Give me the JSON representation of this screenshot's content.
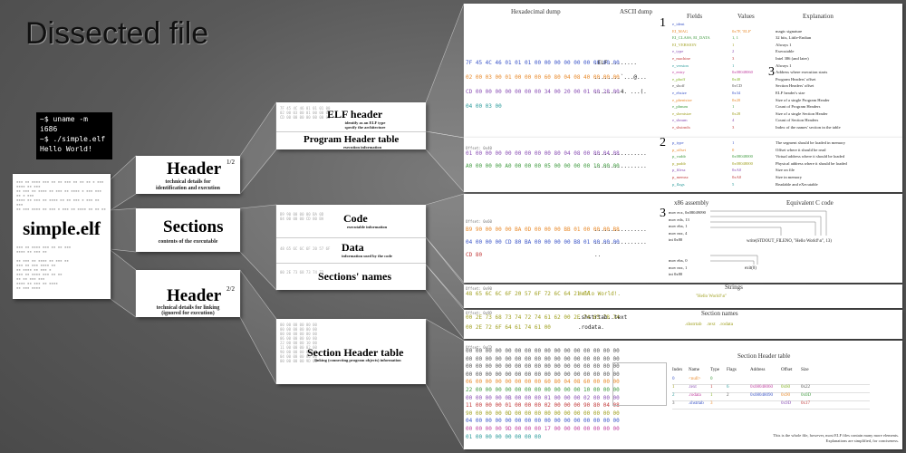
{
  "title": "Dissected file",
  "terminal": {
    "lines": [
      "~$ uname -m",
      "i686",
      "~$ ./simple.elf",
      "Hello World!"
    ]
  },
  "file_card": {
    "name": "simple.elf"
  },
  "sections": {
    "header1": {
      "title": "Header",
      "sup": "1/2",
      "sub1": "technical details for",
      "sub2": "identification and execution"
    },
    "sections": {
      "title": "Sections",
      "sub1": "contents of the executable"
    },
    "header2": {
      "title": "Header",
      "sup": "2/2",
      "sub1": "technical details for linking",
      "sub2": "(ignored for execution)"
    }
  },
  "mid": {
    "elf_header": {
      "title": "ELF header",
      "sub1": "identify as an ELF type",
      "sub2": "specify the architecture"
    },
    "pht": {
      "title": "Program Header table",
      "sub1": "execution information"
    },
    "code": {
      "title": "Code",
      "sub1": "executable information"
    },
    "data": {
      "title": "Data",
      "sub1": "information used by the code"
    },
    "names": {
      "title": "Sections' names"
    },
    "sht": {
      "title": "Section Header table",
      "sub1": "linking (connecting program objects) information"
    }
  },
  "panel1": {
    "hexdump_label": "Hexadecimal dump",
    "ascii_label": "ASCII dump",
    "fields_label": "Fields",
    "values_label": "Values",
    "explanation_label": "Explanation",
    "hex_rows": [
      {
        "hex": "7F 45 4C 46 01 01 01 00 00 00 00 00 00 00 00 00",
        "ascii": ".ELF.........",
        "cls": "c-blue"
      },
      {
        "hex": "02 00 03 00 01 00 00 00 60 80 04 08 40 00 00 00",
        "ascii": "........`...@...",
        "cls": "c-orange"
      },
      {
        "hex": "CD 00 00 00 00 00 00 00 34 00 20 00 01 00 28 00",
        "ascii": "........4. ...(.",
        "cls": "c-purple"
      },
      {
        "hex": "04 00 03 00",
        "ascii": "",
        "cls": "c-teal"
      }
    ],
    "fields": [
      "e_ident",
      "EI_MAG",
      "EI_CLASS, EI_DATA",
      "EI_VERSION",
      "e_type",
      "e_machine",
      "e_version",
      "e_entry",
      "e_phoff",
      "e_shoff",
      "e_ehsize",
      "e_phentsize",
      "e_phnum",
      "e_shentsize",
      "e_shnum",
      "e_shstrndx"
    ],
    "values": [
      "",
      "0x7F, 'ELF'",
      "1, 1",
      "1",
      "2",
      "3",
      "1",
      "0x08048060",
      "0x40",
      "0xCD",
      "0x34",
      "0x20",
      "1",
      "0x28",
      "4",
      "3"
    ],
    "explanations": [
      "",
      "magic signature",
      "32 bits, Little-Endian",
      "Always 1",
      "Executable",
      "Intel 386 (and later)",
      "Always 1",
      "Address where execution starts",
      "Program Headers' offset",
      "Section Headers' offset",
      "ELF header's size",
      "Size of a single Program Header",
      "Count of Program Headers",
      "Size of a single Section Header",
      "Count of Section Headers",
      "Index of the names' section in the table"
    ],
    "mark1": "1",
    "mark3": "3"
  },
  "panel2": {
    "offset_label": "Offset: 0x40",
    "hex_rows": [
      {
        "hex": "01 00 00 00 00 00 00 00 00 80 04 08 00 80 04 08",
        "ascii": "................",
        "cls": "c-purple"
      },
      {
        "hex": "A0 00 00 00 A0 00 00 00 05 00 00 00 00 10 00 00",
        "ascii": "................",
        "cls": "c-green"
      }
    ],
    "fields": [
      "p_type",
      "p_offset",
      "p_vaddr",
      "p_paddr",
      "p_filesz",
      "p_memsz",
      "p_flags"
    ],
    "values": [
      "1",
      "0",
      "0x08048000",
      "0x08048000",
      "0xA0",
      "0xA0",
      "5"
    ],
    "explanations": [
      "The segment should be loaded in memory",
      "Offset where it should be read",
      "Virtual address where it should be loaded",
      "Physical address where it should be loaded",
      "Size on file",
      "Size in memory",
      "Readable and eXecutable"
    ],
    "mark": "2"
  },
  "panel3": {
    "offset_label": "Offset: 0x60",
    "x86_label": "x86 assembly",
    "c_label": "Equivalent C code",
    "hex_rows": [
      {
        "hex": "B9 90 00 00 00 BA 0D 00 00 00 BB 01 00 00 00 B8",
        "ascii": "................",
        "cls": "c-orange"
      },
      {
        "hex": "04 00 00 00 CD 80 BA 00 00 00 00 B8 01 00 00 00",
        "ascii": "................",
        "cls": "c-blue"
      },
      {
        "hex": "CD 80",
        "ascii": "..",
        "cls": "c-red"
      }
    ],
    "asm": [
      "mov ecx, 0x08049090",
      "mov edx, 13",
      "mov ebx, 1",
      "mov eax, 4",
      "int 0x80",
      "",
      "",
      "mov ebx, 0",
      "mov eax, 1",
      "int 0x80"
    ],
    "c_code": [
      "write(STDOUT_FILENO, \"Hello World!\\n\", 13)",
      "exit(0)"
    ],
    "mark": "3"
  },
  "panel4": {
    "offset_label": "Offset: 0x90",
    "hex": "48 65 6C 6C 6F 20 57 6F 72 6C 64 21 0A",
    "ascii": "Hello World!.",
    "strings_label": "Strings",
    "strings_value": "\"Hello World!\\n\""
  },
  "panel5": {
    "offset_label": "Offset: 0x9D",
    "hex_rows": [
      {
        "hex": "00 2E 73 68 73 74 72 74 61 62 00 2E 74 65 78 74",
        "ascii": ".shstrtab..text"
      },
      {
        "hex": "00 2E 72 6F 64 61 74 61 00",
        "ascii": ".rodata."
      }
    ],
    "names_label": "Section names",
    "names": [
      ".shstrtab",
      ".text",
      ".rodata"
    ]
  },
  "panel6": {
    "offset_label": "Offset: 0xCD",
    "hex_rows": [
      {
        "hex": "00 00 00 00 00 00 00 00 00 00 00 00 00 00 00 00",
        "cls": "c-grey"
      },
      {
        "hex": "00 00 00 00 00 00 00 00 00 00 00 00 00 00 00 00",
        "cls": "c-grey"
      },
      {
        "hex": "00 00 00 00 00 00 00 00 00 00 00 00 00 00 00 00",
        "cls": "c-grey"
      },
      {
        "hex": "00 00 00 00 00 00 00 00 00 00 00 00 00 00 00 00",
        "cls": "c-grey"
      },
      {
        "hex": "06 00 00 00 00 00 00 00 60 80 04 08 60 00 00 00",
        "cls": "c-orange"
      },
      {
        "hex": "22 00 00 00 00 00 00 00 00 00 00 00 10 00 00 00",
        "cls": "c-green"
      },
      {
        "hex": "00 00 00 00 0B 00 00 00 01 00 00 00 02 00 00 00",
        "cls": "c-purple"
      },
      {
        "hex": "11 00 00 00 01 00 00 00 02 00 00 00 90 80 04 08",
        "cls": "c-red"
      },
      {
        "hex": "90 00 00 00 0D 00 00 00 00 00 00 00 00 00 00 00",
        "cls": "c-olive"
      },
      {
        "hex": "04 00 00 00 00 00 00 00 00 00 00 00 00 00 00 00",
        "cls": "c-blue"
      },
      {
        "hex": "00 00 00 00 9D 00 00 00 17 00 00 00 00 00 00 00",
        "cls": "c-magenta"
      },
      {
        "hex": "01 00 00 00 00 00 00 00",
        "cls": "c-teal"
      }
    ],
    "sht_label": "Section Header table",
    "columns": [
      "Index",
      "Name",
      "Type",
      "Flags",
      "Address",
      "Offset",
      "Size"
    ],
    "rows": [
      [
        "0",
        "<null>",
        "0",
        "",
        "",
        "",
        ""
      ],
      [
        "1",
        ".text",
        "1",
        "6",
        "0x08048060",
        "0x60",
        "0x22"
      ],
      [
        "2",
        ".rodata",
        "1",
        "2",
        "0x08048090",
        "0x90",
        "0x0D"
      ],
      [
        "3",
        ".shstrtab",
        "3",
        "",
        "",
        "0x9D",
        "0x17"
      ]
    ]
  },
  "footer": {
    "line1": "This is the whole file, however, most ELF files contain many more elements.",
    "line2": "Explanations are simplified, for conciseness."
  }
}
